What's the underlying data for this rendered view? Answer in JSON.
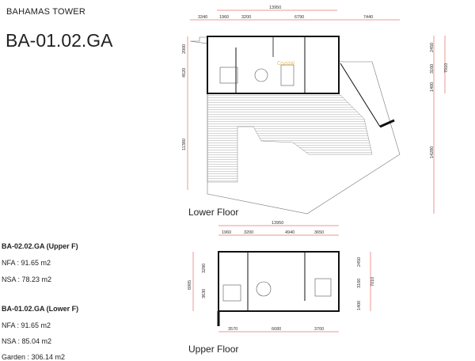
{
  "header": {
    "project": "BAHAMAS TOWER",
    "unit_code": "BA-01.02.GA"
  },
  "specs": {
    "upper": {
      "title": "BA-02.02.GA (Upper F)",
      "nfa": "NFA : 91.65 m2",
      "nsa": "NSA : 78.23 m2"
    },
    "lower": {
      "title": "BA-01.02.GA (Lower F)",
      "nfa": "NFA : 91.65 m2",
      "nsa": "NSA : 85.04 m2",
      "garden": "Garden : 306.14 m2"
    }
  },
  "lower_floor": {
    "label": "Lower Floor",
    "dims_top_total": "13950",
    "dims_top": [
      "3340",
      "1960",
      "3200",
      "6790",
      "7440"
    ],
    "dims_left": [
      "2000",
      "4520",
      "11380"
    ],
    "dims_right": [
      "2450",
      "3160",
      "1400",
      "7010",
      "14280"
    ]
  },
  "upper_floor": {
    "label": "Upper Floor",
    "dims_top_total": "13950",
    "dims_top": [
      "1960",
      "3200",
      "4940",
      "3650"
    ],
    "dims_bottom": [
      "3570",
      "6680",
      "3700"
    ],
    "dims_left": [
      "3280",
      "3630",
      "6905"
    ],
    "dims_right": [
      "2450",
      "3160",
      "1400",
      "7010"
    ]
  },
  "colors": {
    "dim": "#d9302c",
    "wall": "#111111",
    "watermark": "#e8c35a"
  }
}
